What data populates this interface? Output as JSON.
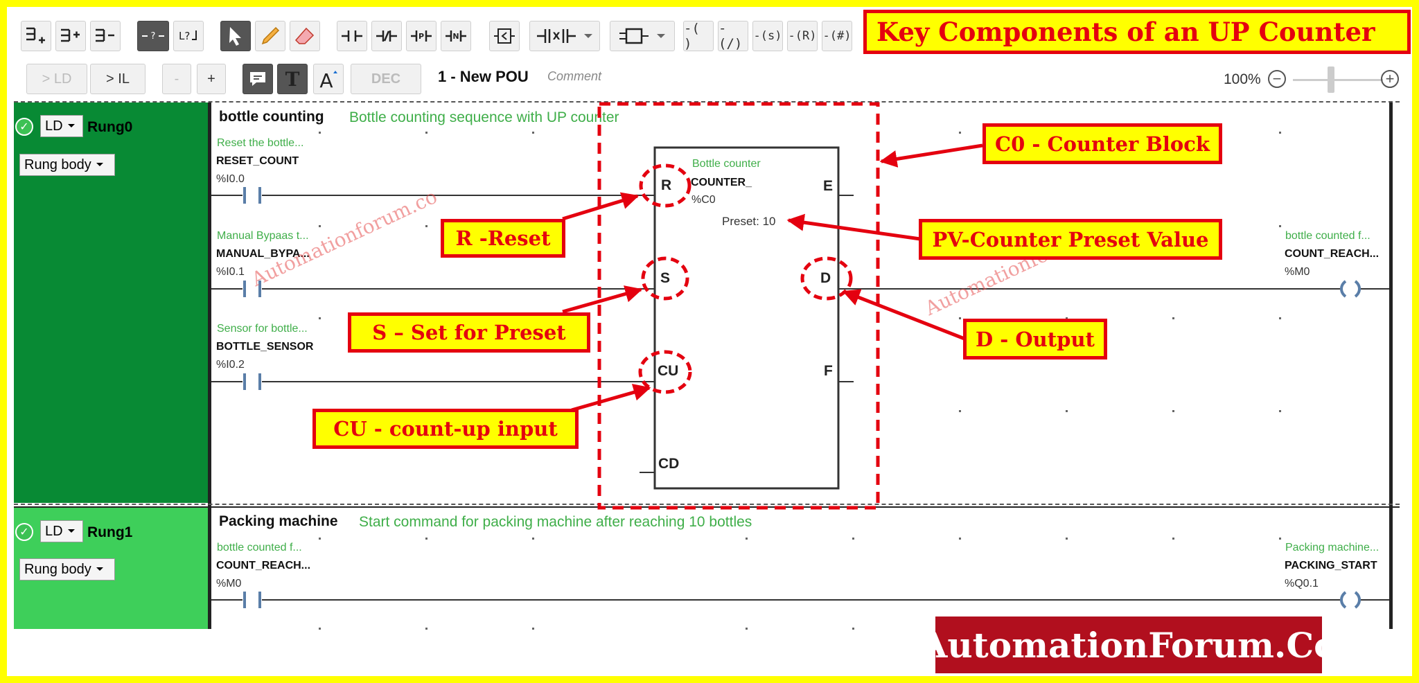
{
  "title": "Key Components of an UP Counter",
  "toolbar": {
    "row1_icons": [
      "insert-rung-above-icon",
      "insert-rung-below-icon",
      "delete-rung-icon",
      "contact-placeholder-icon",
      "label-icon",
      "select-pointer-icon",
      "pencil-icon",
      "eraser-icon",
      "no-contact-icon",
      "nc-contact-icon",
      "p-contact-icon",
      "n-contact-icon",
      "compare-block-icon",
      "function-block-icon",
      "operation-block-icon",
      "coil-icon",
      "negated-coil-icon",
      "set-coil-icon",
      "reset-coil-icon",
      "hash-coil-icon"
    ],
    "btn_ld": "> LD",
    "btn_il": "> IL",
    "btn_minus": "-",
    "btn_plus": "+",
    "btn_dec": "DEC"
  },
  "pou": {
    "name": "1 - New POU",
    "comment": "Comment"
  },
  "zoom": {
    "level": "100%"
  },
  "colors": {
    "rung0_bg": "#088a34",
    "rung1_bg": "#3ecf5a",
    "accent_red": "#e4000f",
    "highlight": "#ffff00",
    "comment_green": "#3fae49",
    "logo_bg": "#b10f1e"
  },
  "rung0": {
    "lang": "LD",
    "name": "Rung0",
    "section": "Rung body",
    "title": "bottle counting",
    "comment": "Bottle counting sequence with UP counter",
    "contacts": [
      {
        "comment": "Reset the bottle...",
        "symbol": "RESET_COUNT",
        "address": "%I0.0"
      },
      {
        "comment": "Manual Bypaas t...",
        "symbol": "MANUAL_BYPA...",
        "address": "%I0.1"
      },
      {
        "comment": "Sensor for bottle...",
        "symbol": "BOTTLE_SENSOR",
        "address": "%I0.2"
      }
    ],
    "counter": {
      "comment": "Bottle counter",
      "symbol": "COUNTER_",
      "address": "%C0",
      "preset_label": "Preset:",
      "preset": "10",
      "inputs": [
        "R",
        "S",
        "CU",
        "CD"
      ],
      "outputs": [
        "E",
        "D",
        "F"
      ]
    },
    "coil": {
      "comment": "bottle counted f...",
      "symbol": "COUNT_REACH...",
      "address": "%M0"
    }
  },
  "rung1": {
    "lang": "LD",
    "name": "Rung1",
    "section": "Rung body",
    "title": "Packing machine",
    "comment": "Start command for packing machine after reaching 10 bottles",
    "contact": {
      "comment": "bottle counted f...",
      "symbol": "COUNT_REACH...",
      "address": "%M0"
    },
    "coil": {
      "comment": "Packing machine...",
      "symbol": "PACKING_START",
      "address": "%Q0.1"
    }
  },
  "callouts": {
    "counter_block": "C0 - Counter Block",
    "reset": "R -Reset",
    "preset_value": "PV-Counter Preset Value",
    "set": "S – Set for Preset",
    "output": "D - Output",
    "count_up": "CU - count-up input"
  },
  "watermark": "Automationforum.co",
  "logo": "AutomationForum.Co"
}
